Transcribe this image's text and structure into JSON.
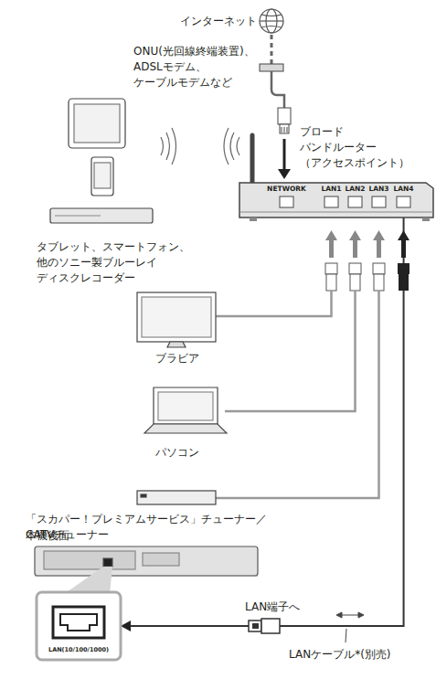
{
  "diagram": {
    "nodes": [
      {
        "text": [
          "ブロード バンドルーター （アクセスポイント）",
          "NETWORK",
          "LAN1",
          "LAN2",
          "LAN3",
          "LAN4"
        ]
      },
      {
        "text": [
          "LAN(10/100/1000)"
        ]
      }
    ],
    "edges": [
      {
        "from": 0,
        "to": 1,
        "arrow": "to"
      }
    ],
    "labels": [
      "インターネット",
      "ONU(光回線終端装置)、 ADSLモデム、 ケーブルモデムなど",
      "タブレット、スマートフォン、 他のソニー製ブルーレイ ディスクレコーダー",
      "ブラビア",
      "パソコン",
      "「スカパー！プレミアムサービス」チューナー／ CATVチューナー",
      "本機後面",
      "LAN端子へ",
      "LANケーブル*(別売)"
    ]
  }
}
